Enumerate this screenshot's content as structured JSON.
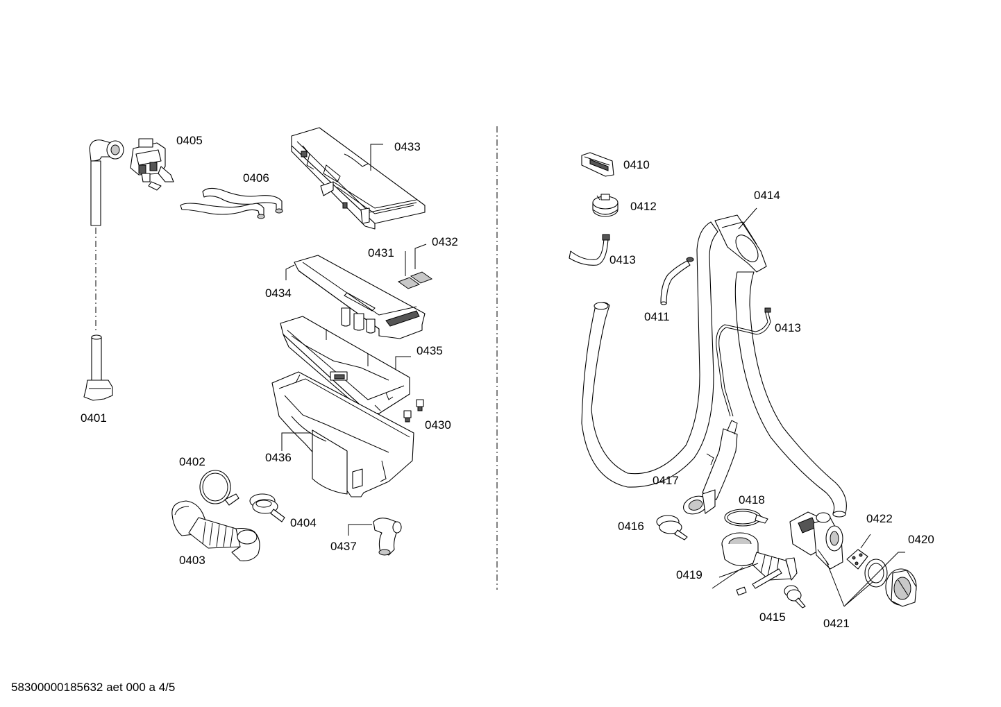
{
  "footer": {
    "document_code": "58300000185632 aet 000 a 4/5"
  },
  "parts": [
    {
      "id": "p0401",
      "number": "0401"
    },
    {
      "id": "p0402",
      "number": "0402"
    },
    {
      "id": "p0403",
      "number": "0403"
    },
    {
      "id": "p0404",
      "number": "0404"
    },
    {
      "id": "p0405",
      "number": "0405"
    },
    {
      "id": "p0406",
      "number": "0406"
    },
    {
      "id": "p0410",
      "number": "0410"
    },
    {
      "id": "p0411",
      "number": "0411"
    },
    {
      "id": "p0412",
      "number": "0412"
    },
    {
      "id": "p0413a",
      "number": "0413"
    },
    {
      "id": "p0413b",
      "number": "0413"
    },
    {
      "id": "p0414",
      "number": "0414"
    },
    {
      "id": "p0415",
      "number": "0415"
    },
    {
      "id": "p0416",
      "number": "0416"
    },
    {
      "id": "p0417",
      "number": "0417"
    },
    {
      "id": "p0418",
      "number": "0418"
    },
    {
      "id": "p0419",
      "number": "0419"
    },
    {
      "id": "p0420",
      "number": "0420"
    },
    {
      "id": "p0421",
      "number": "0421"
    },
    {
      "id": "p0422",
      "number": "0422"
    },
    {
      "id": "p0430",
      "number": "0430"
    },
    {
      "id": "p0431",
      "number": "0431"
    },
    {
      "id": "p0432",
      "number": "0432"
    },
    {
      "id": "p0433",
      "number": "0433"
    },
    {
      "id": "p0434",
      "number": "0434"
    },
    {
      "id": "p0435",
      "number": "0435"
    },
    {
      "id": "p0436",
      "number": "0436"
    },
    {
      "id": "p0437",
      "number": "0437"
    }
  ]
}
